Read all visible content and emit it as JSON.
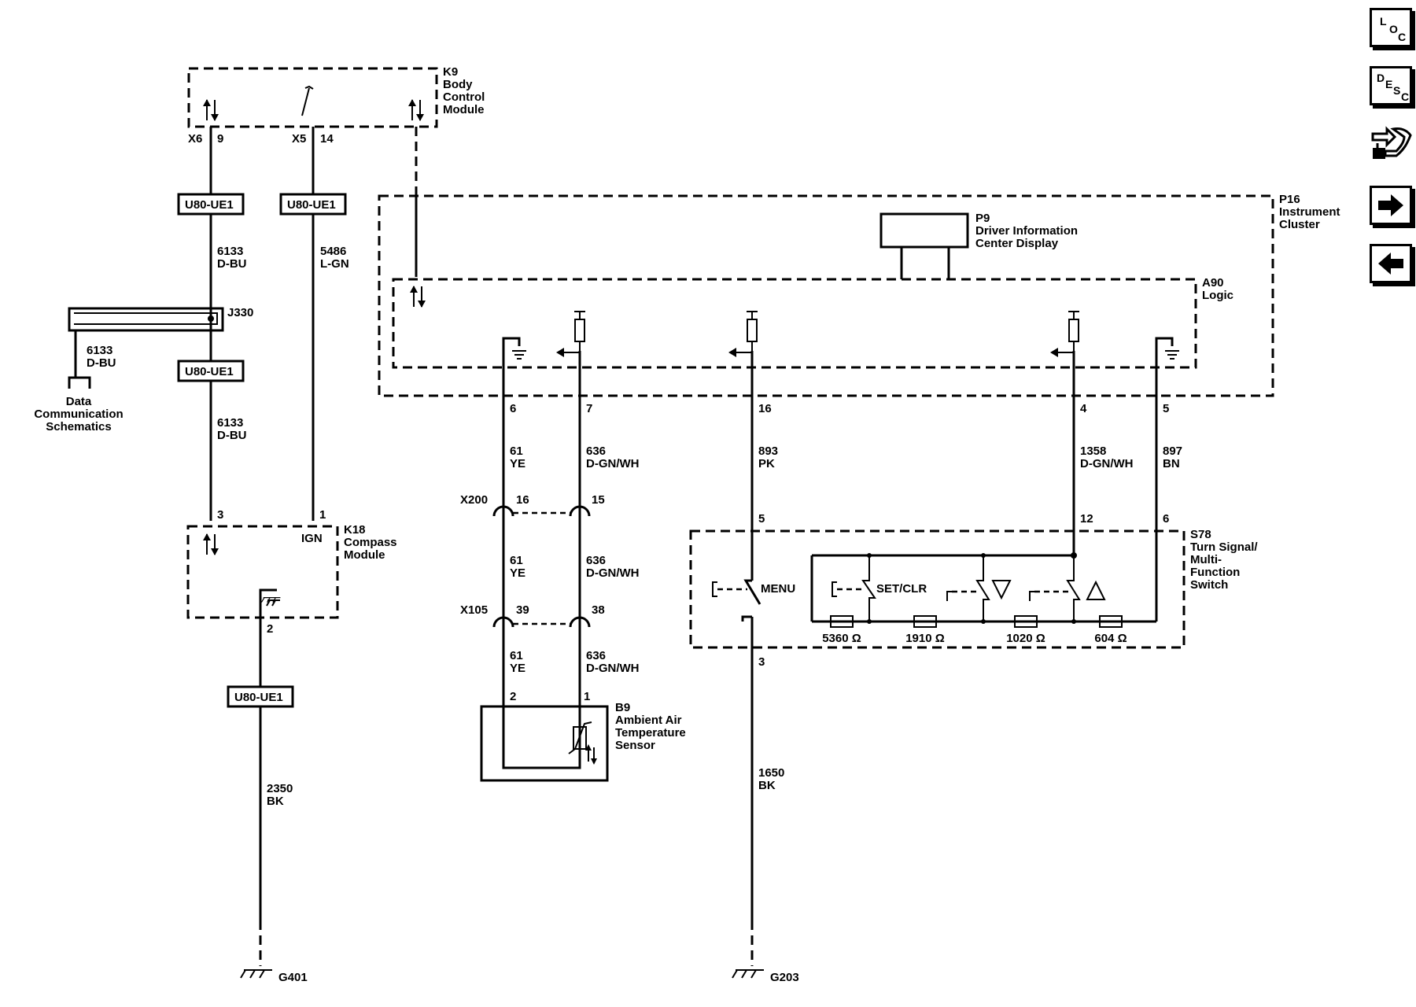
{
  "nav": {
    "loc": [
      "L",
      "O",
      "C"
    ],
    "desc": [
      "D",
      "E",
      "S",
      "C"
    ],
    "connector_icon": "connector-view-icon",
    "next_icon": "arrow-right-icon",
    "prev_icon": "arrow-left-icon"
  },
  "components": {
    "k9": {
      "id": "K9",
      "l1": "Body",
      "l2": "Control",
      "l3": "Module"
    },
    "p16": {
      "id": "P16",
      "l1": "Instrument",
      "l2": "Cluster"
    },
    "p9": {
      "id": "P9",
      "l1": "Driver Information",
      "l2": "Center Display"
    },
    "a90": {
      "id": "A90",
      "l1": "Logic"
    },
    "k18": {
      "id": "K18",
      "l1": "Compass",
      "l2": "Module",
      "ign": "IGN"
    },
    "b9": {
      "id": "B9",
      "l1": "Ambient Air",
      "l2": "Temperature",
      "l3": "Sensor"
    },
    "s78": {
      "id": "S78",
      "l1": "Turn Signal/",
      "l2": "Multi-",
      "l3": "Function",
      "l4": "Switch"
    },
    "j330": "J330",
    "data_comm": {
      "l1": "Data",
      "l2": "Communication",
      "l3": "Schematics"
    }
  },
  "connectors": {
    "x6": "X6",
    "x6_pin": "9",
    "x5": "X5",
    "x5_pin": "14",
    "x200": "X200",
    "x200_a": "16",
    "x200_b": "15",
    "x105": "X105",
    "x105_a": "39",
    "x105_b": "38"
  },
  "pins": {
    "k18_3": "3",
    "k18_1": "1",
    "k18_2": "2",
    "p16_6": "6",
    "p16_7": "7",
    "p16_16": "16",
    "p16_4": "4",
    "p16_5": "5",
    "b9_2": "2",
    "b9_1": "1",
    "s78_5": "5",
    "s78_12": "12",
    "s78_6": "6",
    "s78_3": "3"
  },
  "option_labels": {
    "a": "U80-UE1",
    "b": "U80-UE1",
    "c": "U80-UE1",
    "d": "U80-UE1"
  },
  "wires": {
    "w6133a": {
      "circuit": "6133",
      "color": "D-BU"
    },
    "w6133b": {
      "circuit": "6133",
      "color": "D-BU"
    },
    "w6133c": {
      "circuit": "6133",
      "color": "D-BU"
    },
    "w5486": {
      "circuit": "5486",
      "color": "L-GN"
    },
    "w2350": {
      "circuit": "2350",
      "color": "BK"
    },
    "w61a": {
      "circuit": "61",
      "color": "YE"
    },
    "w61b": {
      "circuit": "61",
      "color": "YE"
    },
    "w61c": {
      "circuit": "61",
      "color": "YE"
    },
    "w636a": {
      "circuit": "636",
      "color": "D-GN/WH"
    },
    "w636b": {
      "circuit": "636",
      "color": "D-GN/WH"
    },
    "w636c": {
      "circuit": "636",
      "color": "D-GN/WH"
    },
    "w893": {
      "circuit": "893",
      "color": "PK"
    },
    "w1358": {
      "circuit": "1358",
      "color": "D-GN/WH"
    },
    "w897": {
      "circuit": "897",
      "color": "BN"
    },
    "w1650": {
      "circuit": "1650",
      "color": "BK"
    }
  },
  "switch": {
    "menu": "MENU",
    "setclr": "SET/CLR",
    "r1": "5360 Ω",
    "r2": "1910 Ω",
    "r3": "1020 Ω",
    "r4": "604 Ω"
  },
  "grounds": {
    "g401": "G401",
    "g203": "G203"
  }
}
